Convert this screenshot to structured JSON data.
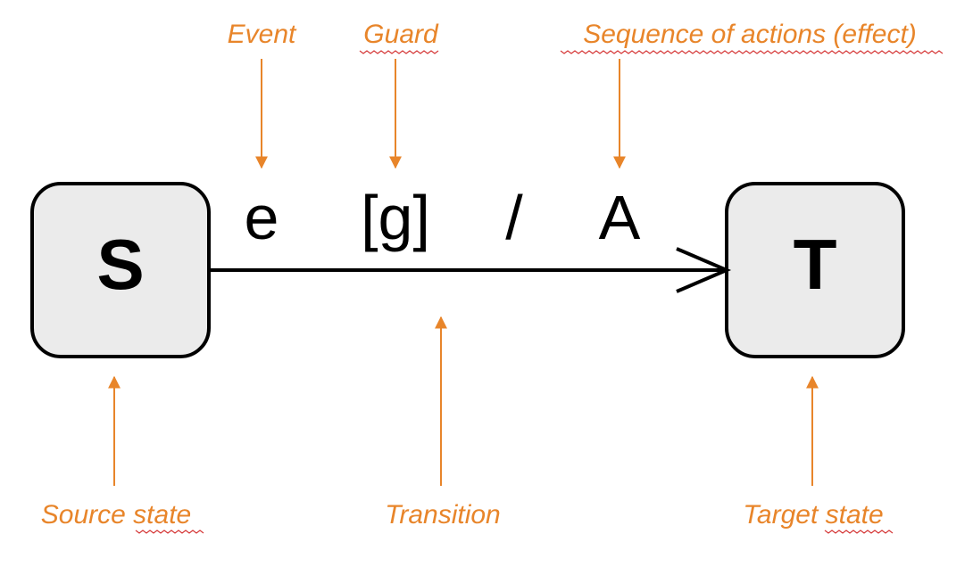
{
  "colors": {
    "annotation": "#e8852a",
    "state_fill": "#ebebeb",
    "stroke": "#000000",
    "spellcheck": "#d63a3a"
  },
  "states": {
    "source": {
      "label": "S"
    },
    "target": {
      "label": "T"
    }
  },
  "transition": {
    "event": "e",
    "guard": "[g]",
    "separator": "/",
    "action": "A"
  },
  "annotations": {
    "event": "Event",
    "guard": "Guard",
    "effect": "Sequence of actions (effect)",
    "source_state": "Source state",
    "transition": "Transition",
    "target_state": "Target state"
  }
}
